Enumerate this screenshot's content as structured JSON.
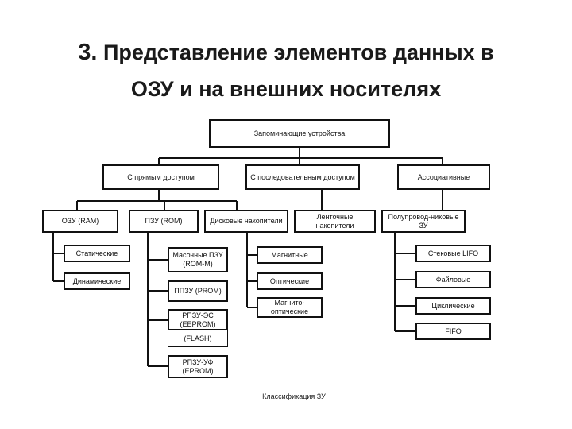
{
  "slide": {
    "number": "3.",
    "title_line1": "Представление элементов данных в",
    "title_line2": "ОЗУ и на внешних носителях"
  },
  "diagram": {
    "root": "Запоминающие устройства",
    "level1": {
      "direct": "С прямым доступом",
      "sequential": "С последовательным доступом",
      "associative": "Ассоциативные"
    },
    "level2": {
      "ram": "ОЗУ (RAM)",
      "rom": "ПЗУ (ROM)",
      "disk": "Дисковые накопители",
      "tape": "Ленточные накопители",
      "semi": "Полупровод-никовые ЗУ"
    },
    "ram_children": [
      "Статические",
      "Динамические"
    ],
    "rom_children": [
      "Масочные ПЗУ (ROM-M)",
      "ППЗУ (PROM)",
      "РПЗУ-ЭС (EEPROM)",
      "(FLASH)",
      "РПЗУ-УФ (EPROM)"
    ],
    "disk_children": [
      "Магнитные",
      "Оптические",
      "Магнито-оптические"
    ],
    "semi_children": [
      "Стековые LIFO",
      "Файловые",
      "Циклические",
      "FIFO"
    ],
    "caption": "Классификация ЗУ"
  }
}
